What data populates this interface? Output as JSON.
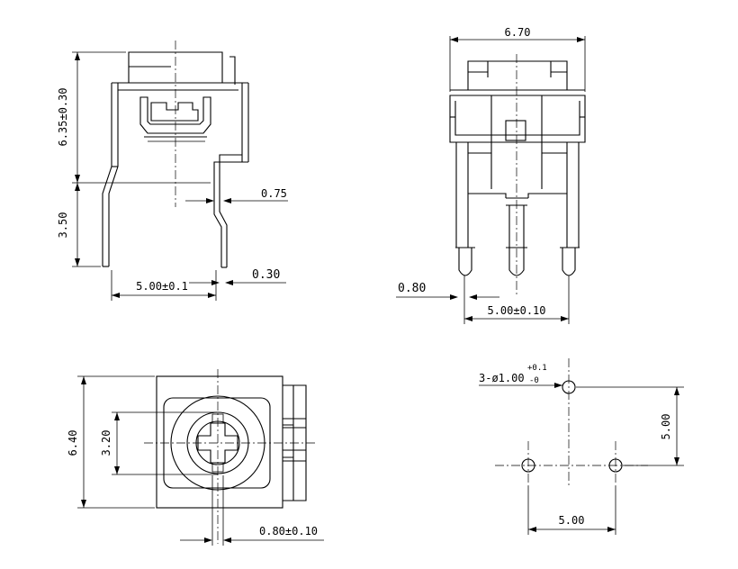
{
  "side_view": {
    "height_total": "6.35±0.30",
    "height_lower": "3.50",
    "pin_pitch": "5.00±0.1",
    "pin_width": "0.75",
    "pin_thickness": "0.30"
  },
  "front_view": {
    "width": "6.70",
    "pin_offset": "0.80",
    "pin_pitch": "5.00±0.10"
  },
  "top_view": {
    "height": "6.40",
    "rotor_diameter": "3.20",
    "slot_width": "0.80±0.10"
  },
  "footprint": {
    "hole_spec_prefix": "3-ø1.00",
    "tol_upper": "+0.1",
    "tol_lower": "-0",
    "vertical_pitch": "5.00",
    "horizontal_pitch": "5.00"
  }
}
